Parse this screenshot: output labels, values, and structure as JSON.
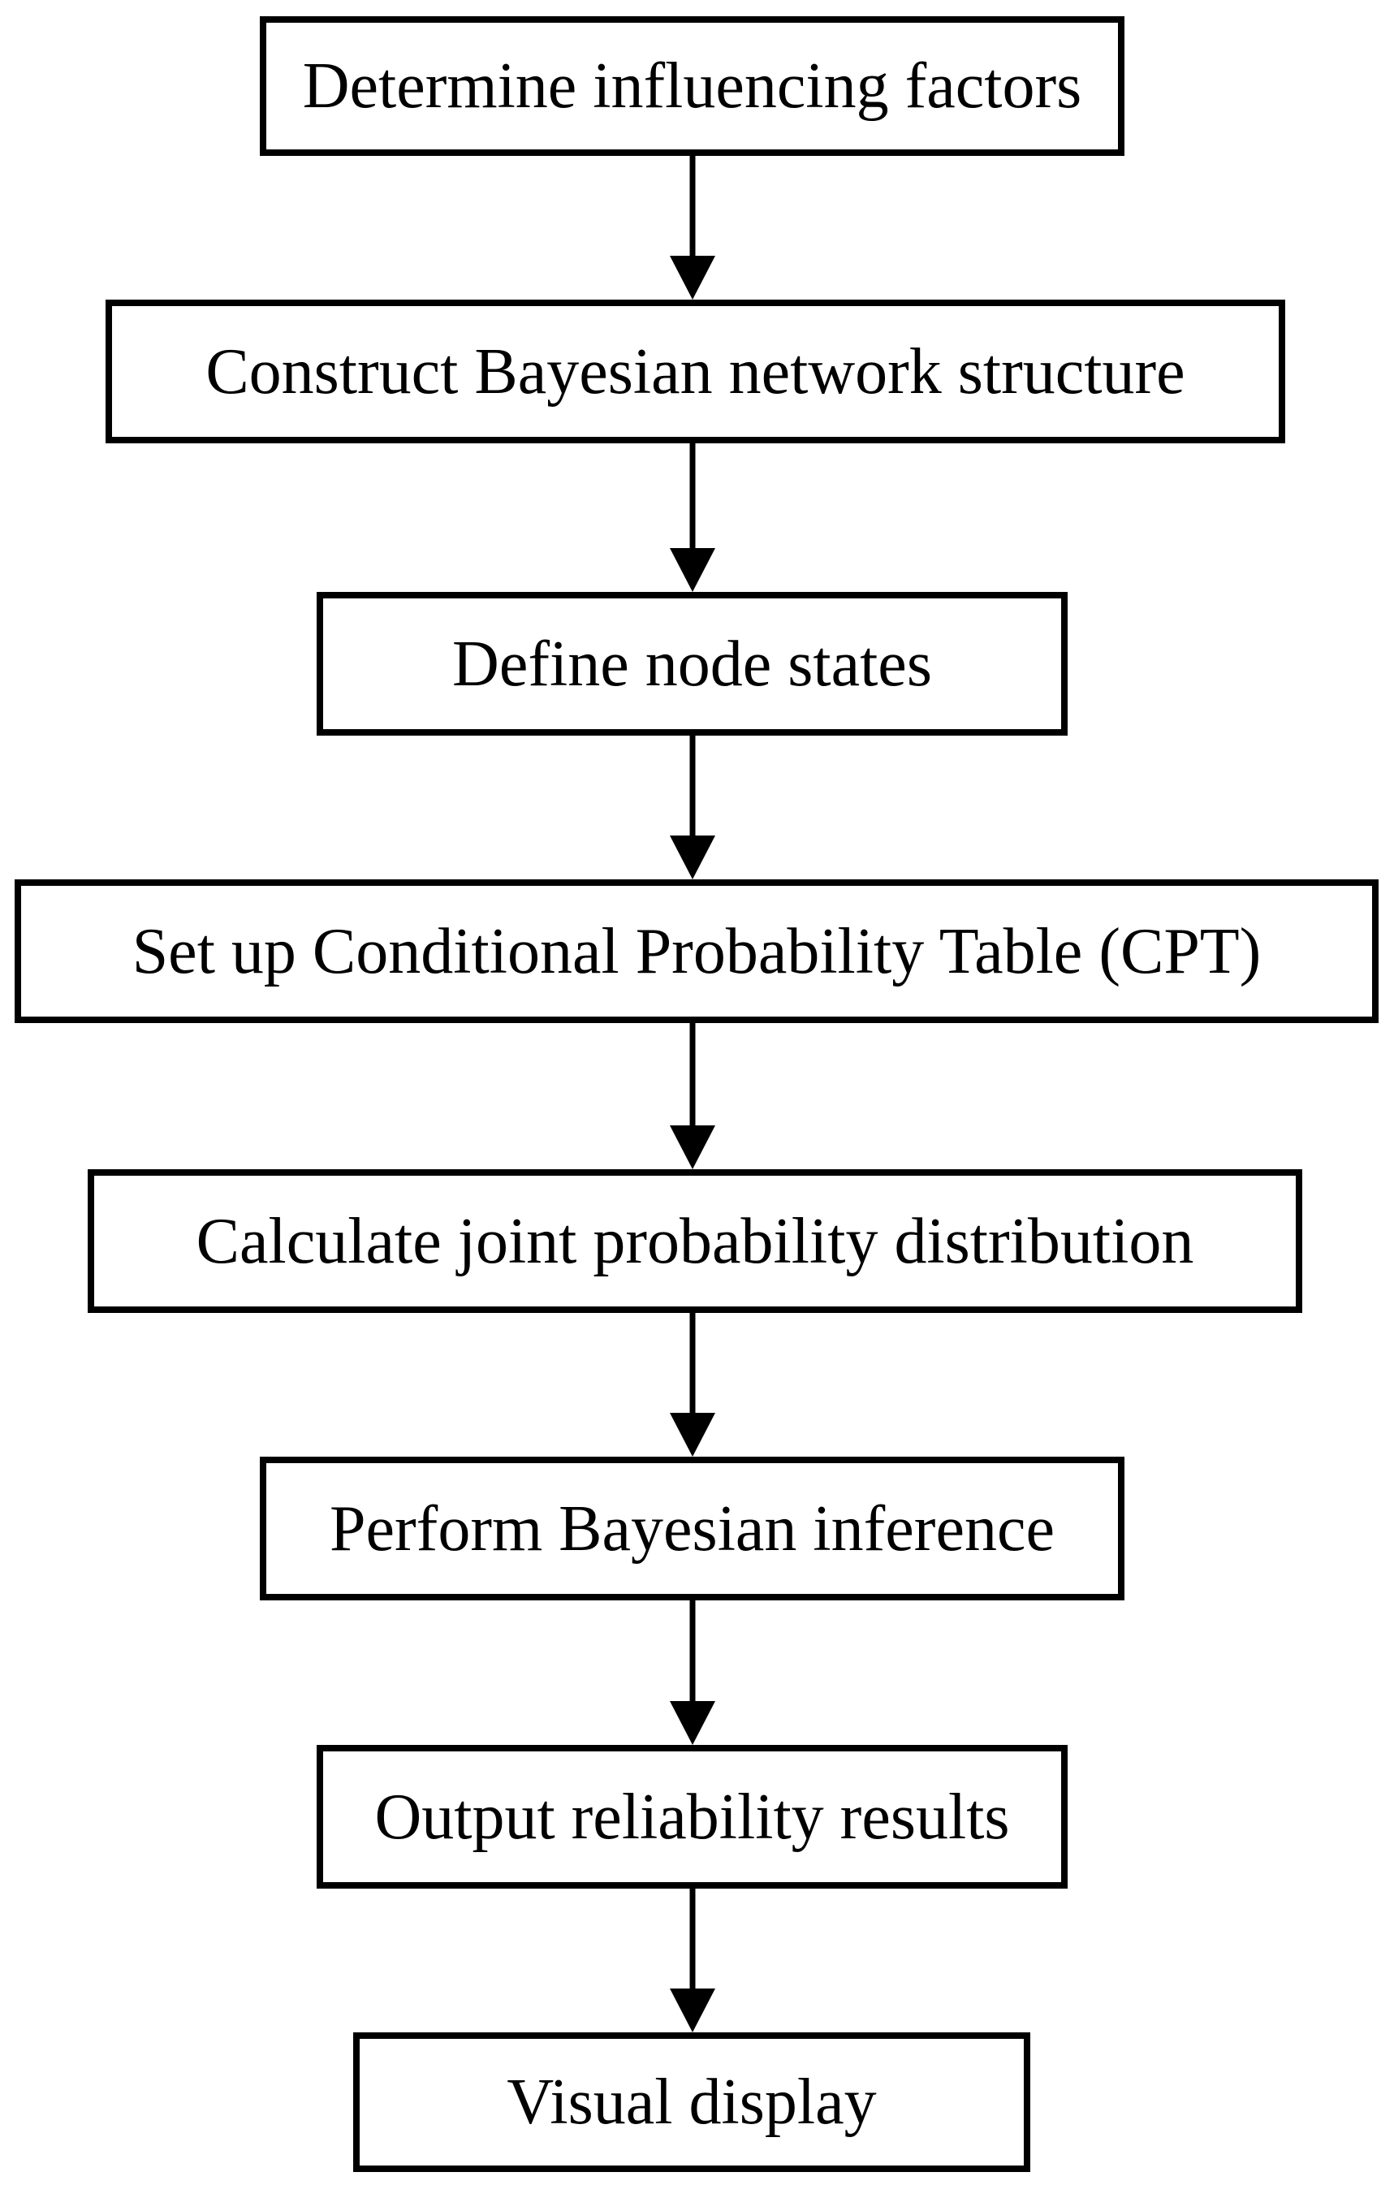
{
  "flowchart": {
    "type": "flowchart",
    "direction": "top-down",
    "colors": {
      "background": "#ffffff",
      "box_border": "#000000",
      "text": "#000000",
      "arrow": "#000000"
    },
    "steps": [
      {
        "label": "Determine influencing factors"
      },
      {
        "label": "Construct Bayesian network structure"
      },
      {
        "label": "Define node states"
      },
      {
        "label": "Set up Conditional Probability Table (CPT)"
      },
      {
        "label": "Calculate joint probability distribution"
      },
      {
        "label": "Perform Bayesian inference"
      },
      {
        "label": "Output reliability results"
      },
      {
        "label": "Visual display"
      }
    ],
    "connections": [
      {
        "from": 0,
        "to": 1
      },
      {
        "from": 1,
        "to": 2
      },
      {
        "from": 2,
        "to": 3
      },
      {
        "from": 3,
        "to": 4
      },
      {
        "from": 4,
        "to": 5
      },
      {
        "from": 5,
        "to": 6
      },
      {
        "from": 6,
        "to": 7
      }
    ]
  }
}
